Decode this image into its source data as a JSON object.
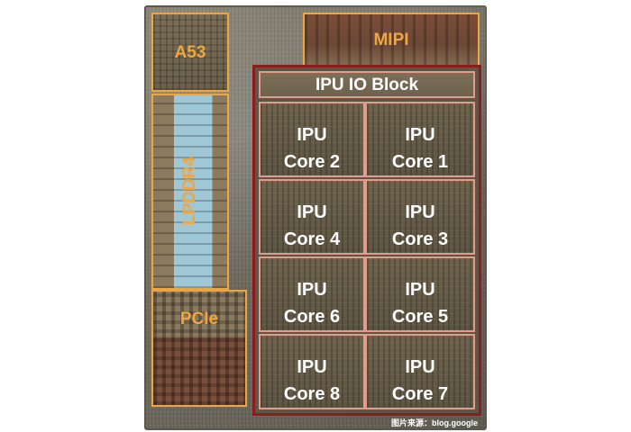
{
  "blocks": {
    "a53": "A53",
    "mipi": "MIPI",
    "lpddr4": "LPDDR4",
    "pcie": "PCIe",
    "ipu_io": "IPU IO Block"
  },
  "cores": [
    {
      "line1": "IPU",
      "line2": "Core 2"
    },
    {
      "line1": "IPU",
      "line2": "Core 1"
    },
    {
      "line1": "IPU",
      "line2": "Core 4"
    },
    {
      "line1": "IPU",
      "line2": "Core 3"
    },
    {
      "line1": "IPU",
      "line2": "Core 6"
    },
    {
      "line1": "IPU",
      "line2": "Core 5"
    },
    {
      "line1": "IPU",
      "line2": "Core 8"
    },
    {
      "line1": "IPU",
      "line2": "Core 7"
    }
  ],
  "source_note": "图片来源：blog.google",
  "colors": {
    "peripheral_outline": "#f0a640",
    "ipu_outline": "#8c1d1d",
    "core_outline": "#e29c8c",
    "core_text": "#ffffff"
  }
}
